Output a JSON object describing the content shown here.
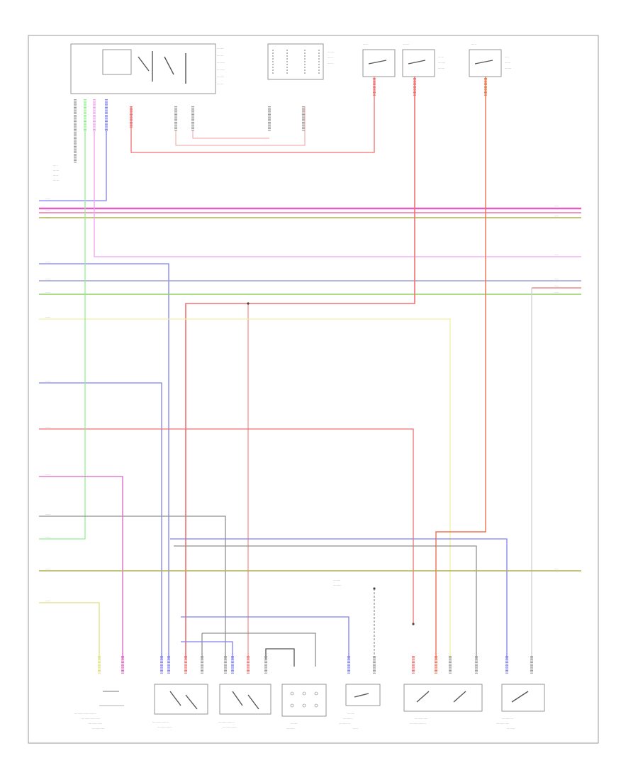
{
  "diagram_id": "",
  "colors": {
    "red": "#f07070",
    "pink": "#e060c0",
    "magenta": "#f0a0f0",
    "blue": "#8080f0",
    "green": "#90f090",
    "yellow": "#f0f0a0",
    "olive": "#b0b050",
    "gray": "#7a7a7a",
    "orange": "#e08040"
  },
  "wires": [
    {
      "side": "left",
      "label": ""
    },
    {
      "side": "left",
      "label": ""
    },
    {
      "side": "left",
      "label": ""
    },
    {
      "side": "left",
      "label": ""
    },
    {
      "side": "left",
      "label": ""
    },
    {
      "side": "left",
      "label": ""
    },
    {
      "side": "left",
      "label": ""
    },
    {
      "side": "left",
      "label": ""
    },
    {
      "side": "left",
      "label": ""
    },
    {
      "side": "left",
      "label": ""
    },
    {
      "side": "left",
      "label": ""
    }
  ],
  "components": [
    {
      "name": "main-module-top",
      "label": ""
    },
    {
      "name": "fuse-block-top",
      "label": ""
    },
    {
      "name": "relay-1",
      "label": ""
    },
    {
      "name": "relay-2",
      "label": ""
    },
    {
      "name": "relay-3",
      "label": ""
    },
    {
      "name": "lamp-left",
      "label": ""
    },
    {
      "name": "switch-left-seat",
      "label": ""
    },
    {
      "name": "switch-right-seat",
      "label": ""
    },
    {
      "name": "connector-block",
      "label": ""
    },
    {
      "name": "sensor-module",
      "label": ""
    },
    {
      "name": "double-switch",
      "label": ""
    },
    {
      "name": "single-switch-right",
      "label": ""
    }
  ]
}
